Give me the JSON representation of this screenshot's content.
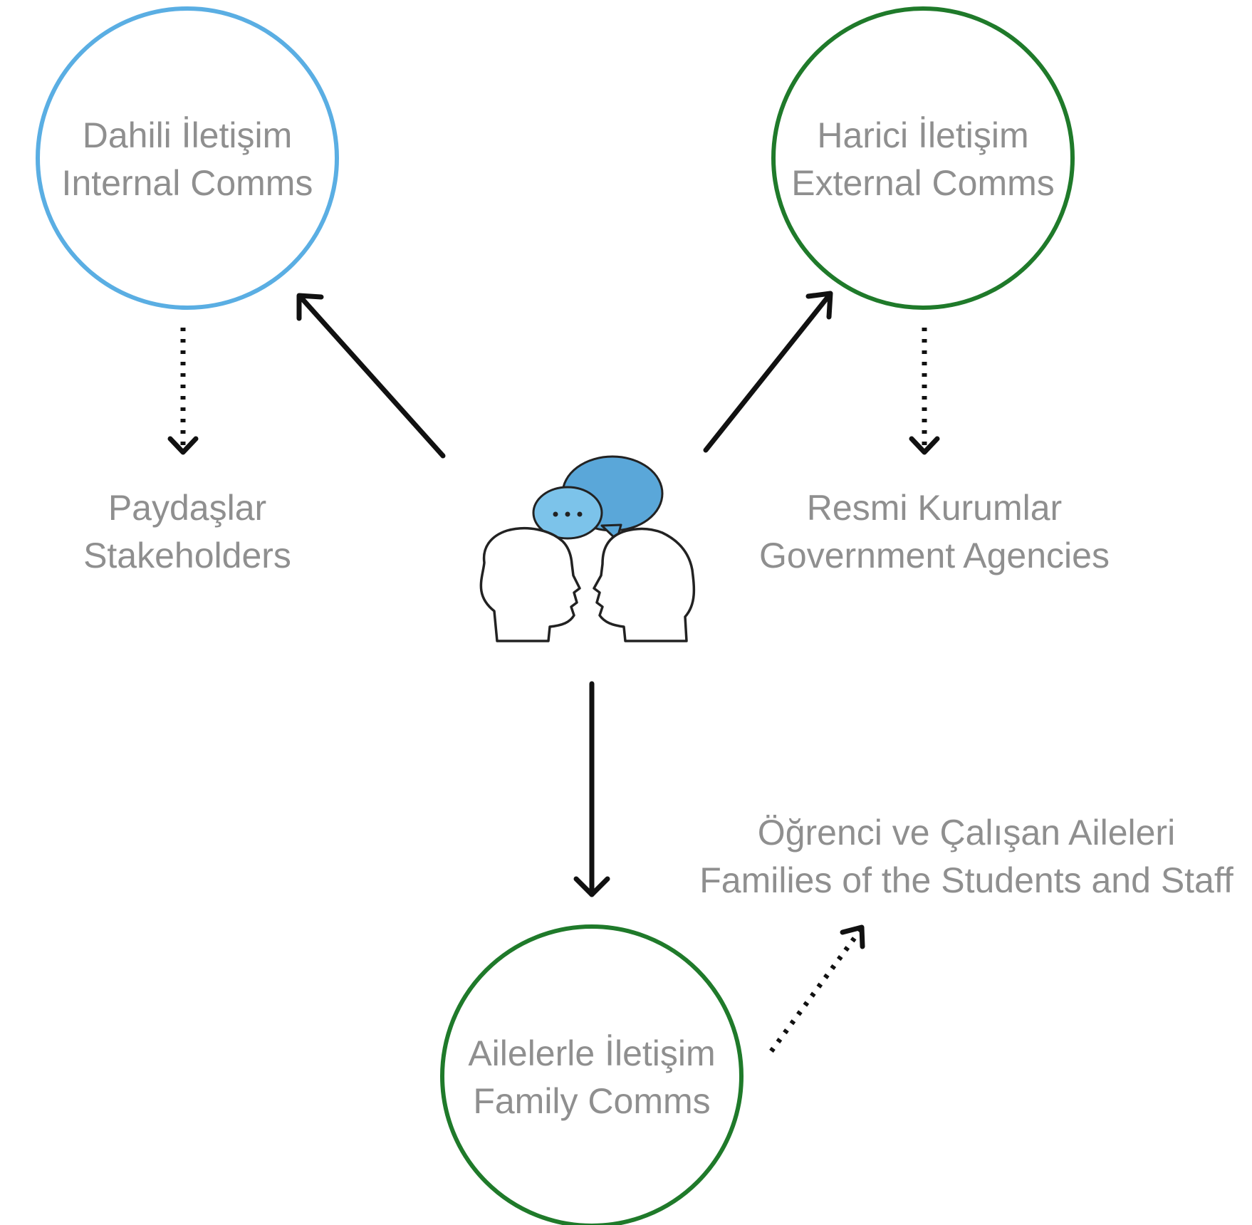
{
  "colors": {
    "internal": "#5aaee3",
    "external": "#1f7a2a",
    "family": "#1f7a2a",
    "bubble_back": "#5aa7d9",
    "bubble_front": "#7cc3ea"
  },
  "center_icon": "two-heads-conversation-icon",
  "nodes": {
    "internal": {
      "line1": "Dahili İletişim",
      "line2": "Internal Comms"
    },
    "external": {
      "line1": "Harici İletişim",
      "line2": "External Comms"
    },
    "family": {
      "line1": "Ailelerle İletişim",
      "line2": "Family Comms"
    }
  },
  "targets": {
    "stakeholders": {
      "line1": "Paydaşlar",
      "line2": "Stakeholders"
    },
    "agencies": {
      "line1": "Resmi Kurumlar",
      "line2": "Government Agencies"
    },
    "families": {
      "line1": "Öğrenci ve Çalışan Aileleri",
      "line2": "Families of the Students and Staff"
    }
  }
}
